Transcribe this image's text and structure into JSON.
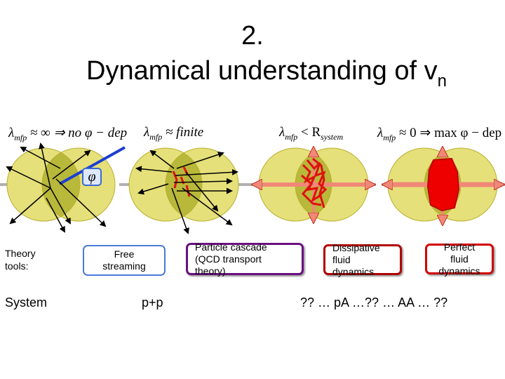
{
  "slide": {
    "number": "2.",
    "title_main": "Dynamical understanding of v",
    "title_sub": "n"
  },
  "formulas": [
    {
      "lam": "λ",
      "sub": "mfp",
      "rest": " ≈ ∞ ⇒ no φ − dep"
    },
    {
      "lam": "λ",
      "sub": "mfp",
      "rest": " ≈ finite"
    },
    {
      "lam": "λ",
      "sub": "mfp",
      "rest": " < R",
      "sub2": "system"
    },
    {
      "lam": "λ",
      "sub": "mfp",
      "rest": " ≈ 0 ⇒ max φ − dep"
    }
  ],
  "phi_symbol": "φ",
  "theory_label": [
    "Theory",
    "tools:"
  ],
  "boxes": [
    {
      "lines": [
        "Free streaming"
      ]
    },
    {
      "lines": [
        "Particle cascade",
        "(QCD transport  theory)"
      ]
    },
    {
      "lines": [
        "Dissipative",
        "fluid dynamics"
      ]
    },
    {
      "lines": [
        "Perfect fluid",
        "dynamics"
      ]
    }
  ],
  "system": {
    "label": "System",
    "pp": "p+p",
    "sequence": "?? … pA …?? …  AA   …    ??"
  },
  "colors": {
    "overlap": "#b8b83a",
    "nucleus": "#e6e07a",
    "box_free": "#4a7ad8",
    "box_cascade": "#6a1080",
    "box_dissipative": "#b00000",
    "box_perfect": "#d00000",
    "flow_arrow": "#f08878",
    "reaction_line": "#1c3fd0"
  }
}
